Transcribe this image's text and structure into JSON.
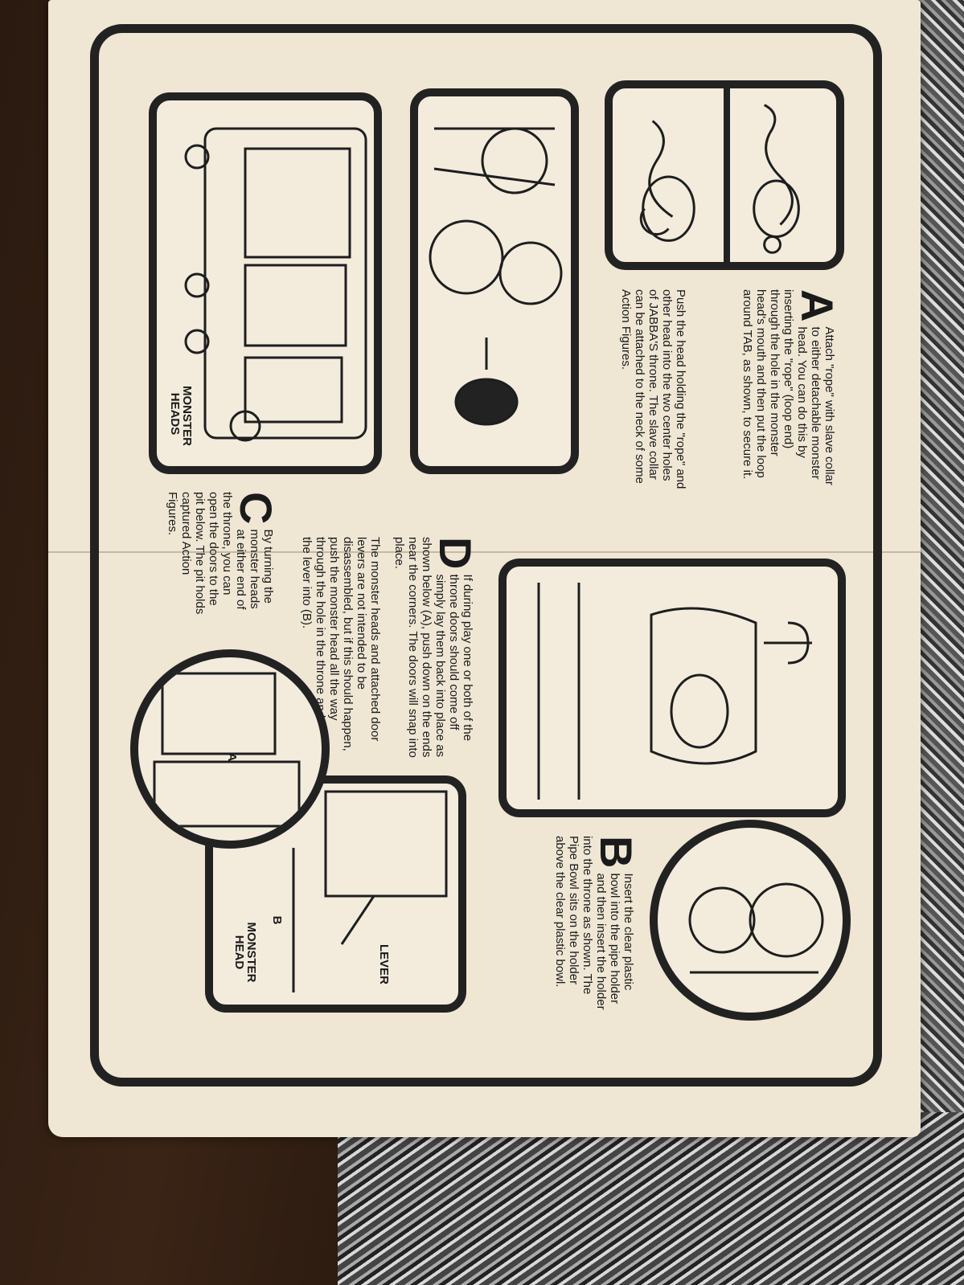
{
  "steps": {
    "A": {
      "letter": "A",
      "text": "Attach \"rope\" with slave collar to either detachable monster head. You can do this by inserting the \"rope\" (loop end) through the hole in the monster head's mouth and then put the loop around TAB, as shown, to secure it."
    },
    "A2": {
      "text": "Push the head holding the \"rope\" and other head into the two center holes of JABBA'S throne. The slave collar can be attached to the neck of some Action Figures."
    },
    "B": {
      "letter": "B",
      "text": "Insert the clear plastic bowl into the pipe holder and then insert the holder into the throne as shown. The Pipe Bowl sits on the holder above the clear plastic bowl."
    },
    "C": {
      "letter": "C",
      "text": "By turning the monster heads at either end of the throne, you can open the doors to the pit below. The pit holds captured Action Figures."
    },
    "D": {
      "letter": "D",
      "text": "If during play one or both of the throne doors should come off simply lay them back into place as shown below (A), push down on the ends near the corners. The doors will snap into place.",
      "text2": "The monster heads and attached door levers are not intended to be disassembled, but if this should happen, push the monster head all the way through the hole in the throne and snap the lever into (B)."
    }
  },
  "labels": {
    "monster_heads": "MONSTER HEADS",
    "monster_head": "MONSTER HEAD",
    "lever": "LEVER",
    "circle_a": "A",
    "circle_b": "B"
  }
}
